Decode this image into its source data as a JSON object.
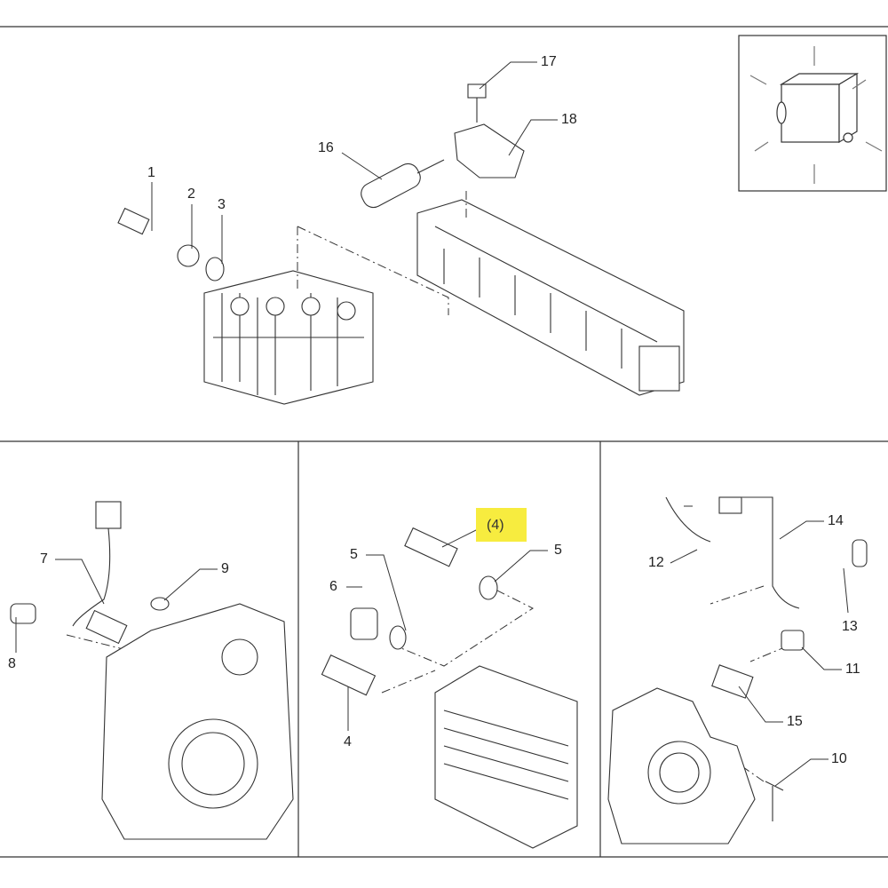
{
  "callouts": {
    "c1": "1",
    "c2": "2",
    "c3": "3",
    "c16": "16",
    "c17": "17",
    "c18": "18",
    "c7": "7",
    "c9": "9",
    "c8": "8",
    "c5a": "5",
    "c6": "6",
    "c4h": "(4)",
    "c5b": "5",
    "c4": "4",
    "c12": "12",
    "c14": "14",
    "c13": "13",
    "c11": "11",
    "c15": "15",
    "c10": "10"
  },
  "highlight_color": "#f7ec3f"
}
